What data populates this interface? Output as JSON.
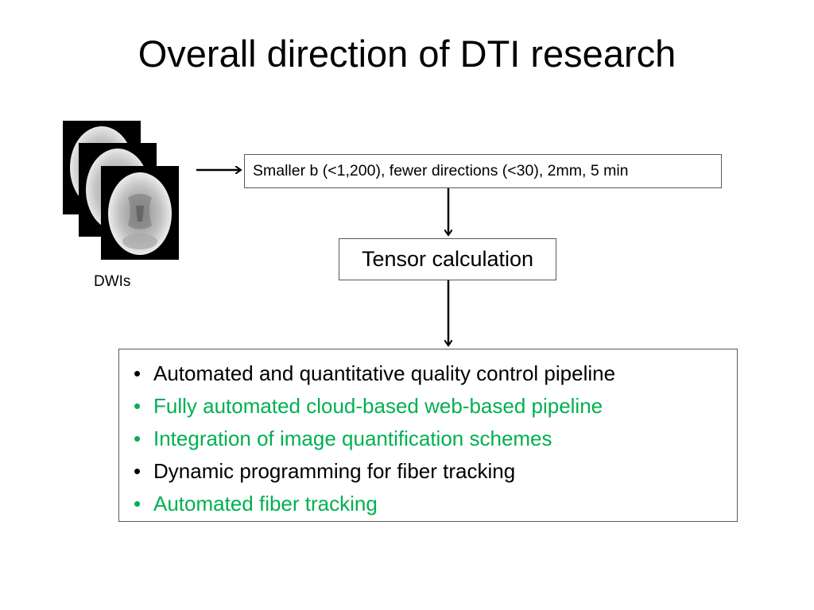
{
  "slide": {
    "title": "Overall direction of DTI research"
  },
  "inputs": {
    "label": "DWIs"
  },
  "steps": {
    "acquisition": "Smaller b (<1,200), fewer directions (<30),  2mm, 5 min",
    "tensor": "Tensor calculation"
  },
  "directions": {
    "items": [
      {
        "text": "Automated and quantitative quality control pipeline",
        "color": "#000000"
      },
      {
        "text": "Fully automated cloud-based web-based pipeline",
        "color": "#00b050"
      },
      {
        "text": "Integration of image quantification schemes",
        "color": "#00b050"
      },
      {
        "text": "Dynamic programming for fiber tracking",
        "color": "#000000"
      },
      {
        "text": "Automated fiber tracking",
        "color": "#00b050"
      }
    ]
  },
  "bullet_glyph": "•",
  "colors": {
    "highlight": "#00b050",
    "text": "#000000",
    "box_border": "#595959"
  }
}
